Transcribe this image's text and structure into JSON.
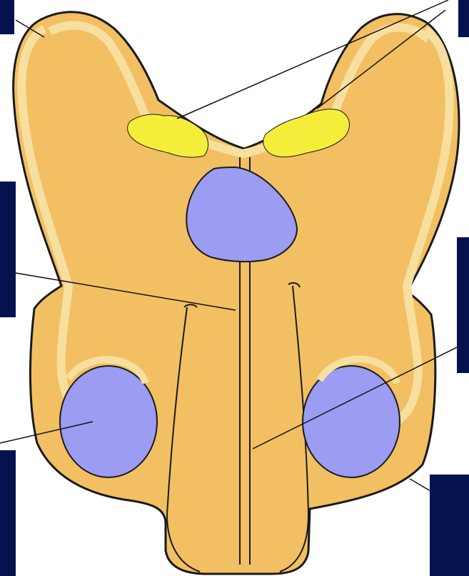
{
  "figure": {
    "colors": {
      "tissue": "#F2BF62",
      "lining": "#F7DFA0",
      "outline": "#1A1A1A",
      "glands": "#F4EE3A",
      "swellings": "#9B9CF2",
      "label_boxes": "#06124E",
      "leader_lines": "#111111"
    },
    "label_boxes": [
      {
        "id": "top-left",
        "text": ""
      },
      {
        "id": "top-right",
        "text": ""
      },
      {
        "id": "mid-left",
        "text": ""
      },
      {
        "id": "mid-right",
        "text": ""
      },
      {
        "id": "bottom-left",
        "text": ""
      },
      {
        "id": "bottom-right",
        "text": ""
      }
    ]
  }
}
